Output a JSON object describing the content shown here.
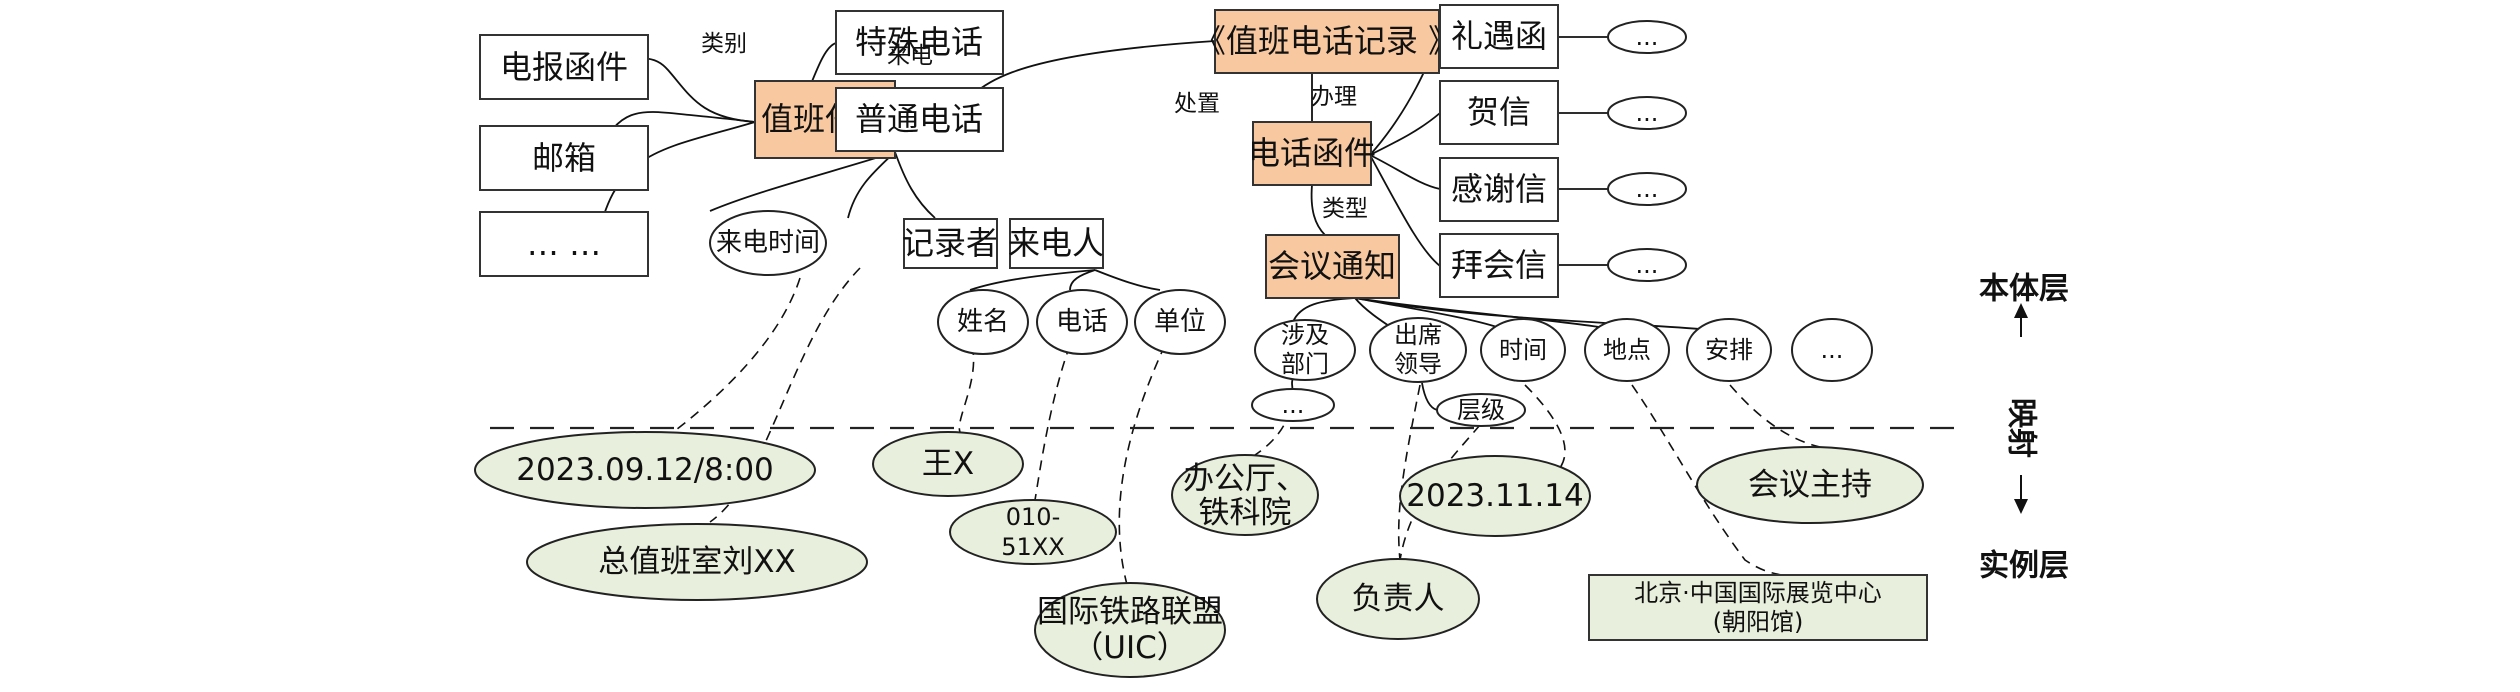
{
  "ontology": {
    "sources": [
      "电报函件",
      "邮箱",
      "… …"
    ],
    "duty_task": "值班任务",
    "phone_types": [
      "特殊电话",
      "普通电话"
    ],
    "record": "《值班电话记录 》",
    "phone_letter": "电话函件",
    "meeting_notice": "会议通知",
    "letter_types": [
      "礼遇函",
      "贺信",
      "感谢信",
      "拜会信"
    ],
    "letter_type_children": [
      "...",
      "...",
      "...",
      "..."
    ],
    "call_attrs": {
      "time": "来电时间",
      "recorder": "记录者",
      "caller": "来电人"
    },
    "caller_attrs": [
      "姓名",
      "电话",
      "单位"
    ],
    "meeting_attrs": [
      "涉及\n部门",
      "出席\n领导",
      "时间",
      "地点",
      "安排",
      "..."
    ],
    "dept_child": "...",
    "leader_child": "层级"
  },
  "edge_labels": {
    "category": "类别",
    "incoming_call": "来电",
    "handle": "处置",
    "process": "办理",
    "type": "类型"
  },
  "instances": {
    "call_time": "2023.09.12/8:00",
    "recorder": "总值班室刘XX",
    "name": "王X",
    "phone": "010-\n51XX",
    "unit": "国际铁路联盟\n（UIC）",
    "departments": "办公厅、\n铁科院",
    "person_in_charge": "负责人",
    "meeting_date": "2023.11.14",
    "venue": "北京·中国国际展览中心\n(朝阳馆)",
    "arrangement": "会议主持"
  },
  "layers": {
    "ontology_layer": "本体层",
    "mapping": "映射",
    "instance_layer": "实例层"
  },
  "colors": {
    "highlight": "#f8c8a0",
    "instance_fill": "#e8efdc"
  }
}
